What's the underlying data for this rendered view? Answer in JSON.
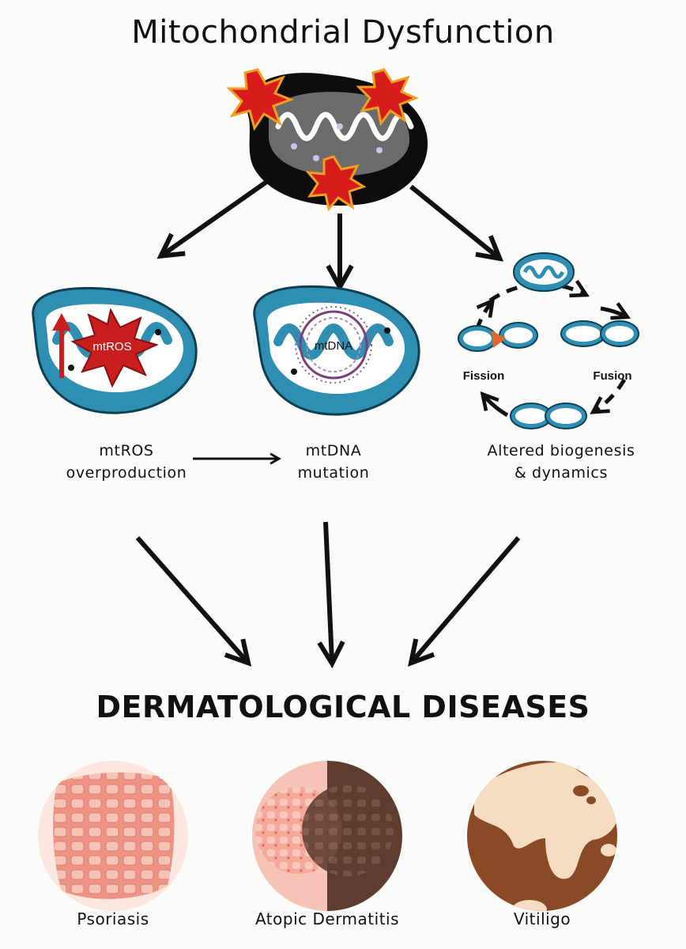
{
  "title": "Mitochondrial Dysfunction",
  "mechanisms": [
    {
      "label_line1": "mtROS",
      "label_line2": "overproduction",
      "badge": "mtROS"
    },
    {
      "label_line1": "mtDNA",
      "label_line2": "mutation",
      "badge": "mtDNA"
    },
    {
      "label_line1": "Altered biogenesis",
      "label_line2": "& dynamics"
    }
  ],
  "cycle": {
    "fission": "Fission",
    "fusion": "Fusion"
  },
  "subtitle": "DERMATOLOGICAL DISEASES",
  "diseases": [
    "Psoriasis",
    "Atopic Dermatitis",
    "Vitiligo"
  ],
  "colors": {
    "mito_blue": "#2f8fb3",
    "mito_dark": "#111111",
    "burst_red": "#d71c1c",
    "burst_orange": "#f0a020",
    "psoriasis_skin": "#f2a79a",
    "atopic_left": "#f3b3a5",
    "atopic_right": "#6e4a3a",
    "vitiligo_brown": "#8a4a25",
    "vitiligo_light": "#f6dcc0"
  }
}
